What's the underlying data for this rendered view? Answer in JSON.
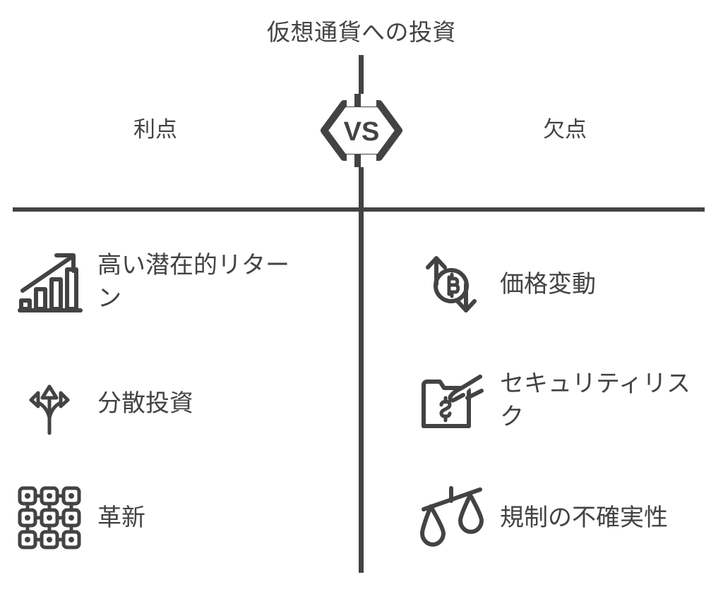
{
  "title": "仮想通貨への投資",
  "vs_badge": {
    "label": "VS",
    "icon": "vs-hexagon-icon"
  },
  "columns": {
    "pros": {
      "header": "利点",
      "items": [
        {
          "label": "高い潜在的リターン",
          "icon": "growth-bar-chart-arrow-icon"
        },
        {
          "label": "分散投資",
          "icon": "branching-arrows-icon"
        },
        {
          "label": "革新",
          "icon": "network-grid-nodes-icon"
        }
      ]
    },
    "cons": {
      "header": "欠点",
      "items": [
        {
          "label": "価格変動",
          "icon": "bitcoin-volatility-arrows-icon"
        },
        {
          "label": "セキュリティリスク",
          "icon": "hand-stealing-money-box-icon"
        },
        {
          "label": "規制の不確実性",
          "icon": "tilted-balance-scales-icon"
        }
      ]
    }
  },
  "colors": {
    "stroke": "#434343",
    "background": "#ffffff"
  }
}
